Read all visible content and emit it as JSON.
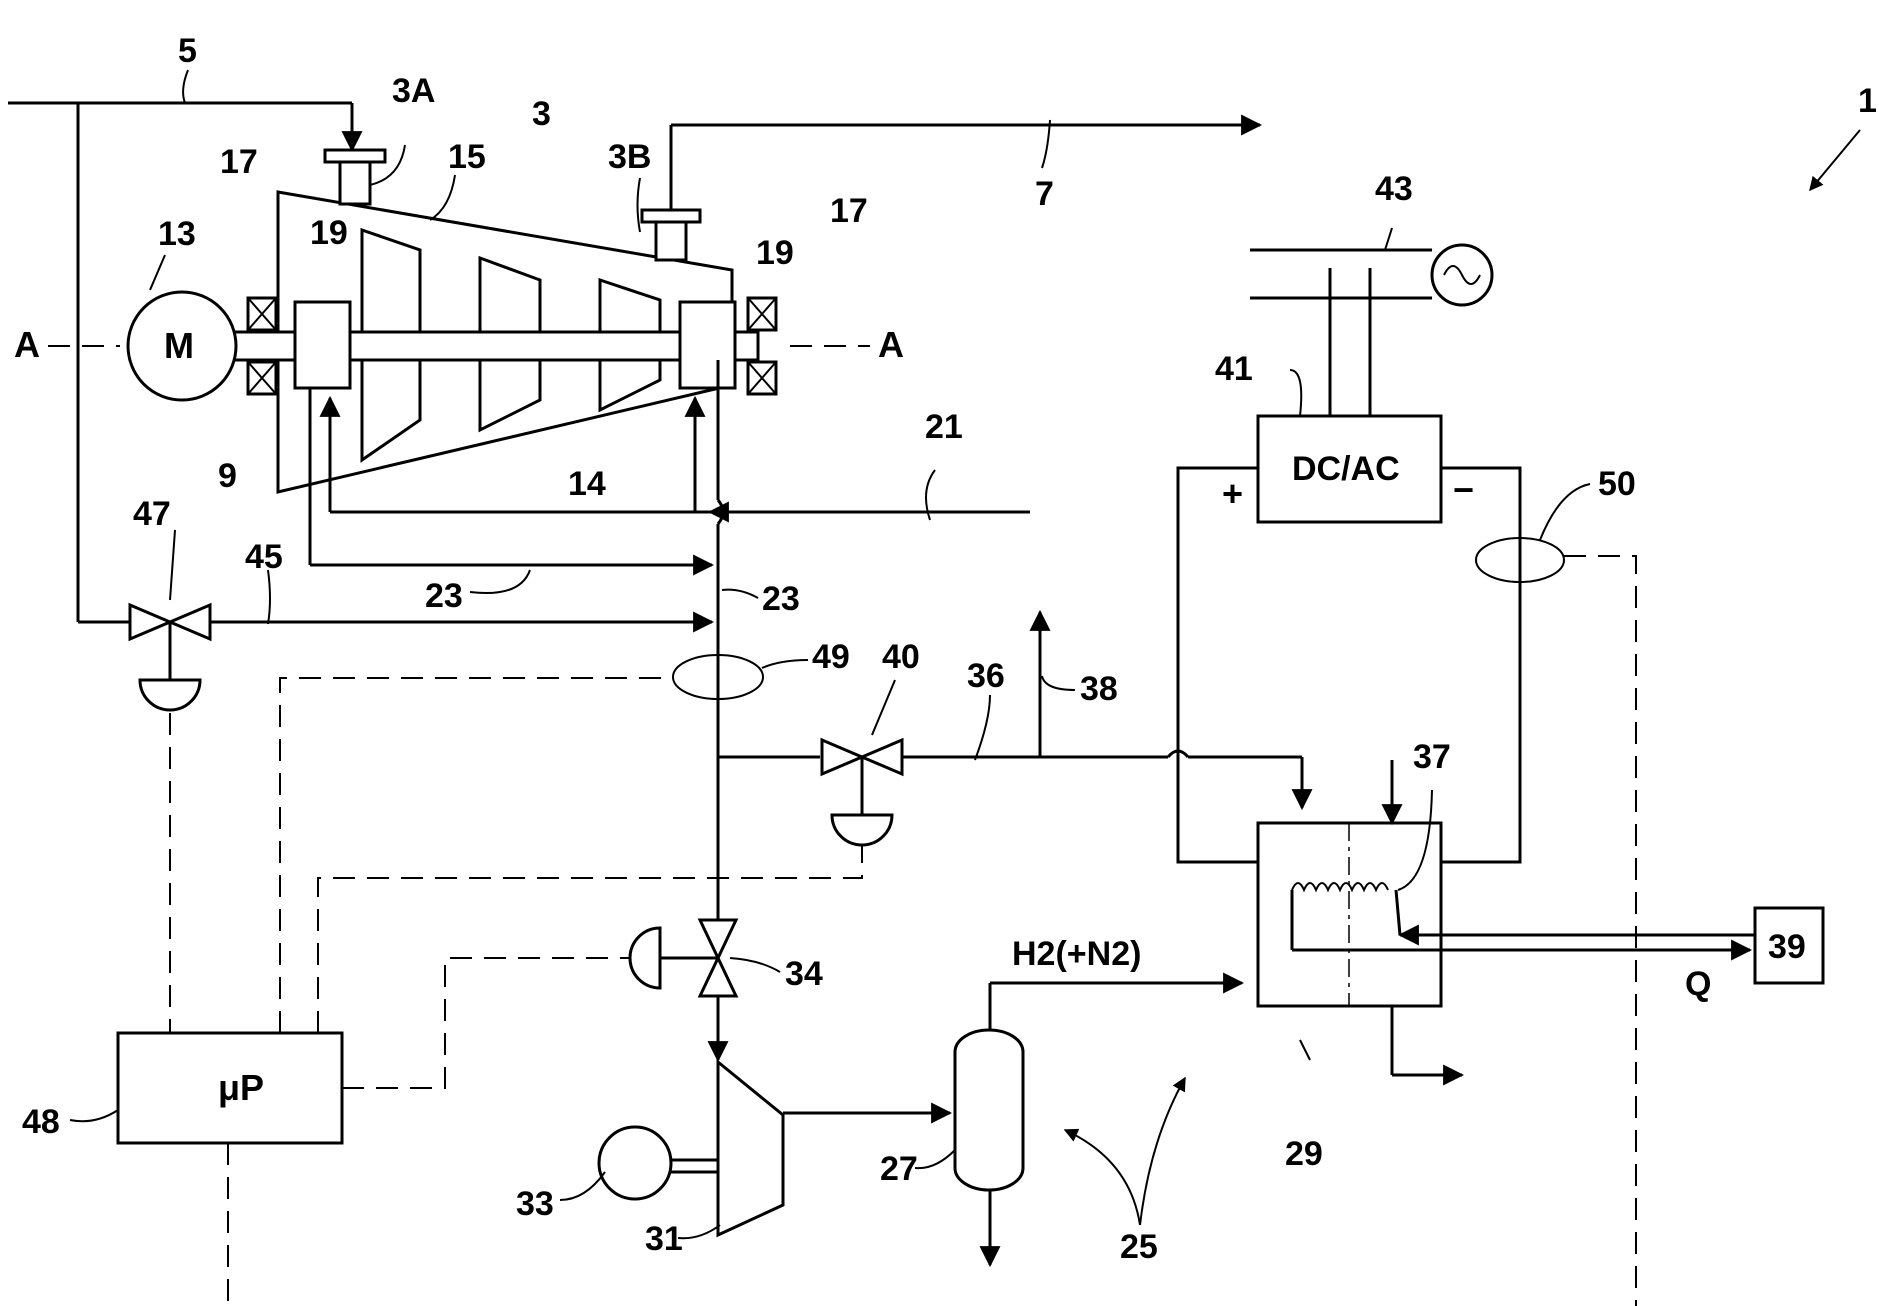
{
  "labels": {
    "fig_number": "1",
    "supply_line": "5",
    "inlet": "3A",
    "outlet": "3B",
    "compressor": "3",
    "casing": "15",
    "delivery_line": "7",
    "seal_left": "17",
    "seal_right": "17",
    "motor_ref": "13",
    "motor_symbol": "M",
    "bearing_left": "19",
    "bearing_right": "19",
    "shaft": "9",
    "impellers": "14",
    "axis_left": "A",
    "axis_right": "A",
    "line_21": "21",
    "line_23_left": "23",
    "line_23_right": "23",
    "valve_47": "47",
    "line_45": "45",
    "sensor_49": "49",
    "valve_40": "40",
    "line_36": "36",
    "line_38": "38",
    "valve_34": "34",
    "controller_ref": "48",
    "controller_symbol": "μP",
    "motor_33": "33",
    "compressor_31": "31",
    "tank_27": "27",
    "system_25": "25",
    "fuel_cell_29": "29",
    "heater_37": "37",
    "user_39": "39",
    "heat_q": "Q",
    "inverter_41": "41",
    "inverter_symbol": "DC/AC",
    "grid_43": "43",
    "sensor_50": "50",
    "plus": "+",
    "minus": "−",
    "gas": "H2(+N2)"
  }
}
